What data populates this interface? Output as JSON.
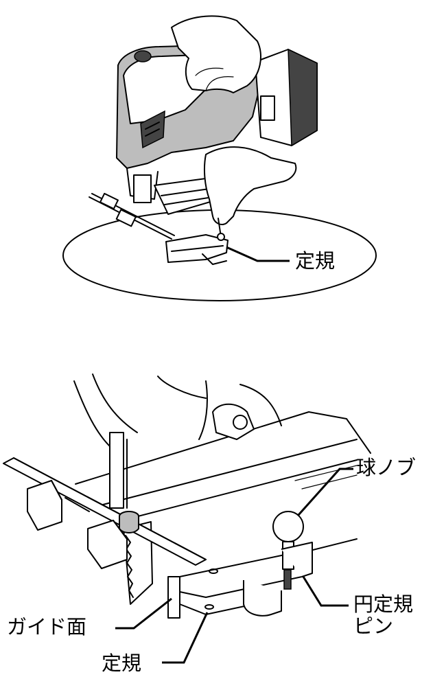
{
  "figure1": {
    "labels": {
      "guide": "定規"
    }
  },
  "figure2": {
    "labels": {
      "ball_knob": "球ノブ",
      "guide_face": "ガイド面",
      "guide": "定規",
      "circle_pin": "円定規\nピン"
    }
  }
}
